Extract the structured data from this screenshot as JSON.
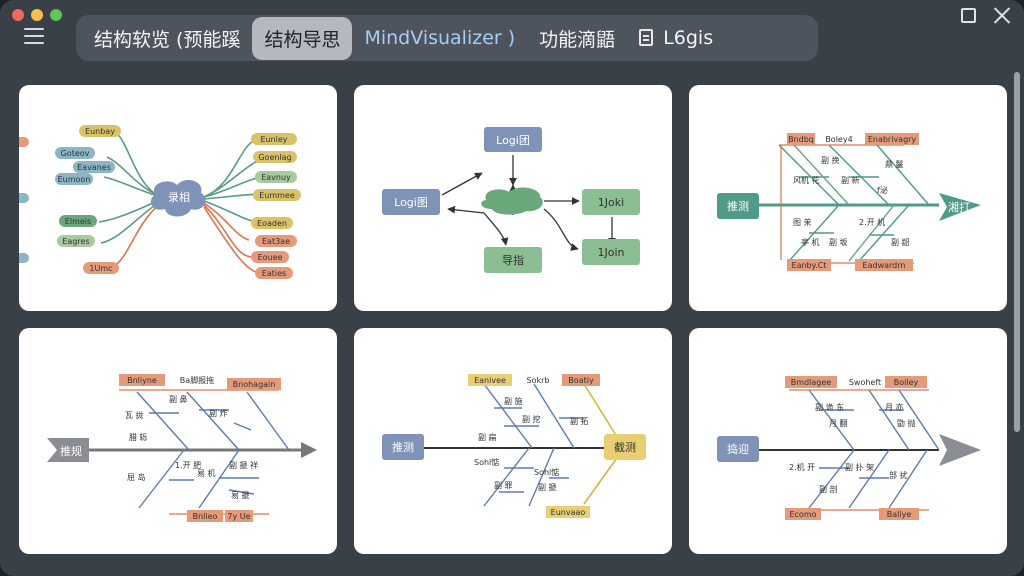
{
  "window": {
    "traffic_lights": [
      "#ec6a5e",
      "#f4bf4f",
      "#61c554"
    ]
  },
  "tabs": [
    {
      "label": "结构软览 (预能蹊",
      "state": "normal"
    },
    {
      "label": "结构导思",
      "state": "active"
    },
    {
      "label": "MindVisualizer )",
      "state": "brand"
    },
    {
      "label": "功能滴鼯",
      "state": "normal"
    },
    {
      "label": "L6gis",
      "state": "normal",
      "icon": "document-icon"
    }
  ],
  "colors": {
    "accent_blue": "#7f93b8",
    "green": "#6aa87c",
    "teal": "#4f9a88",
    "yellow": "#d9c36a",
    "orange": "#e59a7a",
    "gray": "#8a8d91"
  },
  "cards": [
    {
      "type": "mind-map",
      "center": "录相",
      "left_nodes": [
        "Eunbay",
        "Goteov",
        "Eavanes",
        "Eumoon",
        "Elmeis",
        "Eagres",
        "1Umc"
      ],
      "right_nodes": [
        "Eunley",
        "Goenlag",
        "Eavnuy",
        "Eummee",
        "Eoaden",
        "Eat3ae",
        "Eouee",
        "Eaties"
      ]
    },
    {
      "type": "flowchart",
      "nodes": {
        "top": "Logi团",
        "left": "Logi图",
        "center": "",
        "right_top": "1Joki",
        "right_bottom": "1Join",
        "bottom": "导指"
      }
    },
    {
      "type": "fishbone",
      "head": "湘打",
      "tail": "推测",
      "top_labels": [
        "Bndbq",
        "Boley4",
        "Enabrivagry"
      ],
      "bottom_labels": [
        "Eanby.Ct",
        "Eadwardrn"
      ],
      "bone_texts": [
        "副 挽",
        "风机 花",
        "副 新",
        "鼎 鬣",
        "f泌",
        "图 茉",
        "亭 机",
        "2.开 机",
        "副 龆",
        "副 坂"
      ]
    },
    {
      "type": "fishbone",
      "head": "推规",
      "top_labels": [
        "Bnliyne",
        "Ba脚报拖",
        "Bnohagain"
      ],
      "bottom_labels": [
        "Bnlieo",
        "7y Ue"
      ],
      "bone_texts": [
        "瓦 拢",
        "腊 轹",
        "副 鼻",
        "副 炸",
        "1.开 肥",
        "屈 岛",
        "易 机",
        "副 搋 祥",
        "易 搋"
      ]
    },
    {
      "type": "fishbone",
      "head": "截测",
      "tail": "推测",
      "top_labels": [
        "Eanivee",
        "Sokrb",
        "Boatiy"
      ],
      "bottom_labels": [
        "Eunvaao"
      ],
      "bone_texts": [
        "副 施",
        "副 挖",
        "副 扁",
        "Sohl惦",
        "副 罪",
        "副 拓",
        "Sohl惦",
        "副 搋"
      ]
    },
    {
      "type": "fishbone",
      "head": "捣迎",
      "top_labels": [
        "Bmdlagee",
        "Swoheft",
        "Boiley"
      ],
      "bottom_labels": [
        "Ecomo",
        "Baliye"
      ],
      "bone_texts": [
        "副 诡 东",
        "月 翻",
        "月 亦",
        "2.机 开",
        "副 扑 架",
        "副 剖",
        "部 扰",
        "勖 抛"
      ]
    }
  ]
}
